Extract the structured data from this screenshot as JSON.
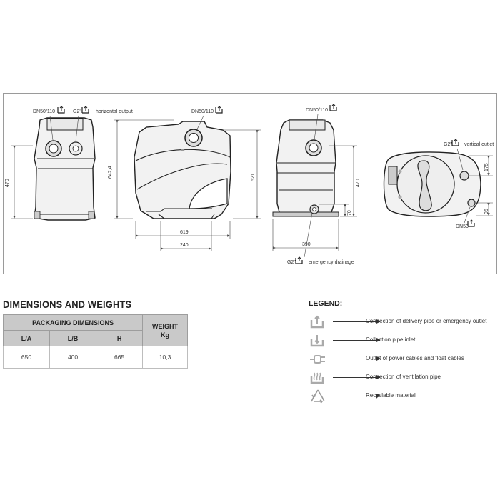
{
  "drawing": {
    "view1": {
      "dn_label": "DN50/110",
      "g2_label": "G2\"",
      "horizontal_output": "horizontal output",
      "height_470": "470"
    },
    "view2": {
      "dn_label": "DN50/110",
      "height_6424": "642,4",
      "height_521": "521",
      "width_619": "619",
      "width_240": "240"
    },
    "view3": {
      "dn_label": "DN50/110",
      "height_470": "470",
      "height_70": "70",
      "width_390": "390",
      "g2_label": "G2\"",
      "emergency_drainage": "emergency drainage"
    },
    "view4": {
      "g2_label": "G2\"",
      "vertical_outlet": "vertical outlet",
      "dim_175": "175",
      "dim_95": "95",
      "dn50_label": "DN50"
    }
  },
  "dimensions": {
    "title": "DIMENSIONS AND WEIGHTS",
    "group_header": "PACKAGING DIMENSIONS",
    "weight_header_line1": "WEIGHT",
    "weight_header_line2": "Kg",
    "columns": [
      "L/A",
      "L/B",
      "H"
    ],
    "row": [
      "650",
      "400",
      "665",
      "10,3"
    ]
  },
  "legend": {
    "title": "LEGEND:",
    "items": [
      {
        "icon": "delivery-outlet-icon",
        "label": "Connection of delivery pipe or emergency outlet"
      },
      {
        "icon": "collection-inlet-icon",
        "label": "Collection pipe inlet"
      },
      {
        "icon": "power-cable-icon",
        "label": "Outlet of power cables and float cables"
      },
      {
        "icon": "ventilation-icon",
        "label": "Connection of ventilation pipe"
      },
      {
        "icon": "recycle-icon",
        "label": "Recyclable material"
      }
    ]
  }
}
